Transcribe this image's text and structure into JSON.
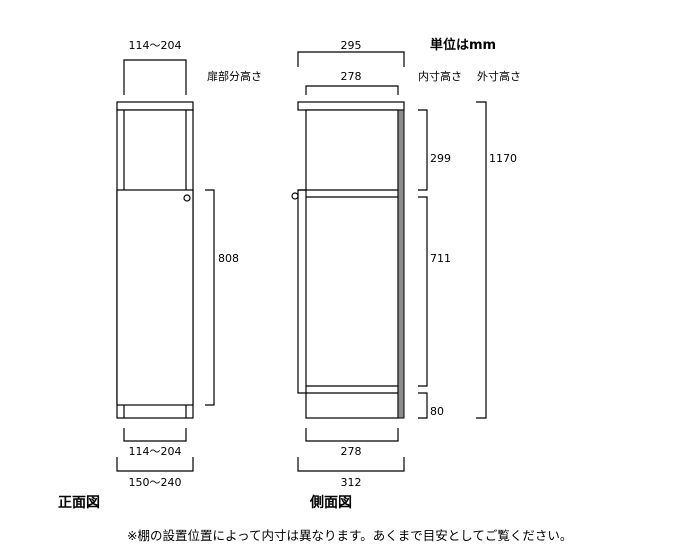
{
  "unit_label": "単位はmm",
  "front_view": {
    "title": "正面図",
    "top_width": "114〜204",
    "door_height_label": "扉部分高さ",
    "door_height": "808",
    "inner_width": "114〜204",
    "outer_width": "150〜240"
  },
  "side_view": {
    "title": "側面図",
    "top_outer_depth": "295",
    "top_inner_depth": "278",
    "inner_height_label": "内寸高さ",
    "outer_height_label": "外寸高さ",
    "upper_inner_height": "299",
    "lower_inner_height": "711",
    "plinth_height": "80",
    "outer_height": "1170",
    "bottom_inner_depth": "278",
    "bottom_outer_depth": "312",
    "back_panel_color": "#8c8c8c"
  },
  "note": "※棚の設置位置によって内寸は異なります。あくまで目安としてご覧ください。"
}
